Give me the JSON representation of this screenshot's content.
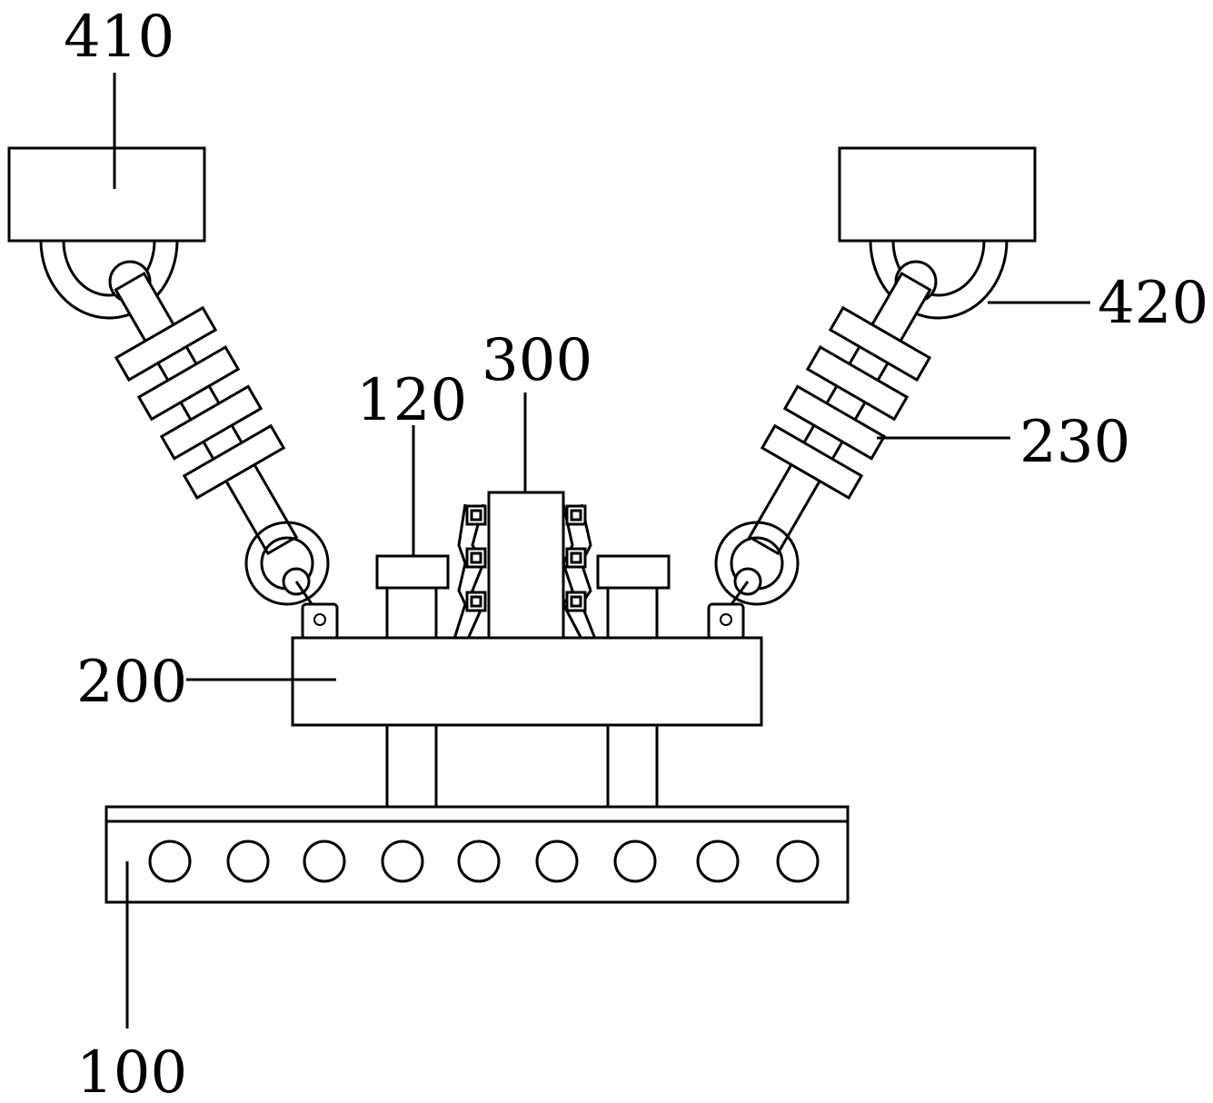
{
  "labels": {
    "l410": "410",
    "l420": "420",
    "l300": "300",
    "l120": "120",
    "l230": "230",
    "l200": "200",
    "l100": "100"
  },
  "colors": {
    "line": "#000000",
    "background": "#ffffff"
  }
}
